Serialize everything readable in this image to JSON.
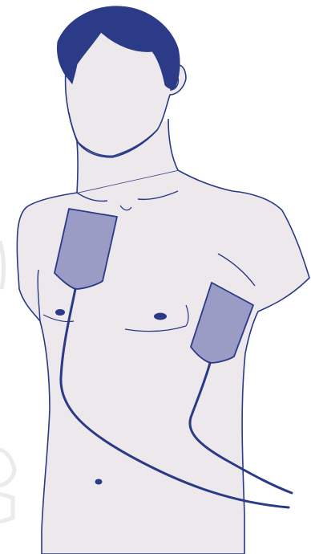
{
  "diagram": {
    "colors": {
      "background": "#ffffff",
      "skin": "#ede8ec",
      "outline": "#2a3a86",
      "hair": "#2c3b88",
      "pad_fill": "#9a9cc6",
      "cable": "#2a3a86",
      "watermark": "#dcdcdc"
    },
    "elements": {
      "figure": "male-torso",
      "pads": [
        "upper-right-chest-pad",
        "left-side-pad"
      ],
      "cables": 2
    }
  }
}
